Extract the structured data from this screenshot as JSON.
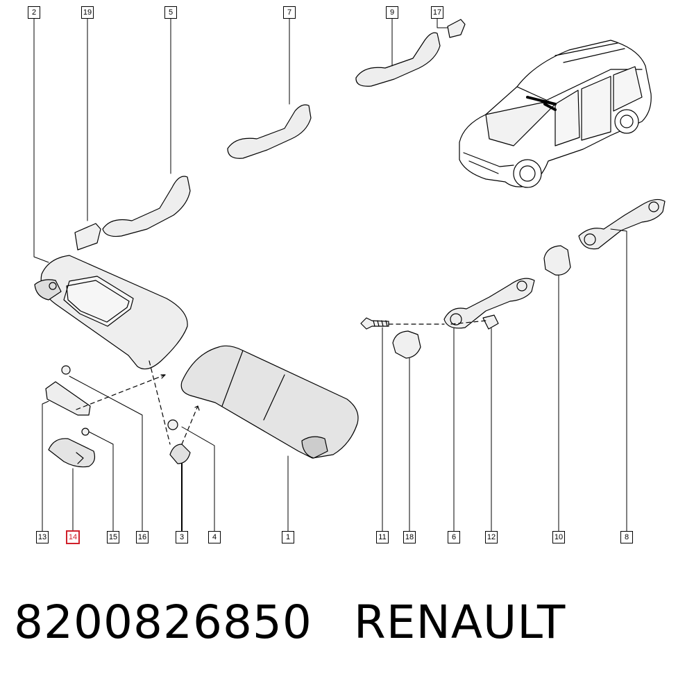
{
  "callouts": {
    "c1": "1",
    "c2": "2",
    "c3": "3",
    "c4": "4",
    "c5": "5",
    "c6": "6",
    "c7": "7",
    "c8": "8",
    "c9": "9",
    "c10": "10",
    "c11": "11",
    "c12": "12",
    "c13": "13",
    "c14": "14",
    "c15": "15",
    "c16": "16",
    "c17": "17",
    "c18": "18",
    "c19": "19"
  },
  "highlighted_callout": "14",
  "caption": {
    "part_number": "8200826850",
    "brand": "RENAULT"
  },
  "colors": {
    "line": "#000000",
    "highlight": "#d0202a",
    "part_shade": "#e6e6e6"
  }
}
